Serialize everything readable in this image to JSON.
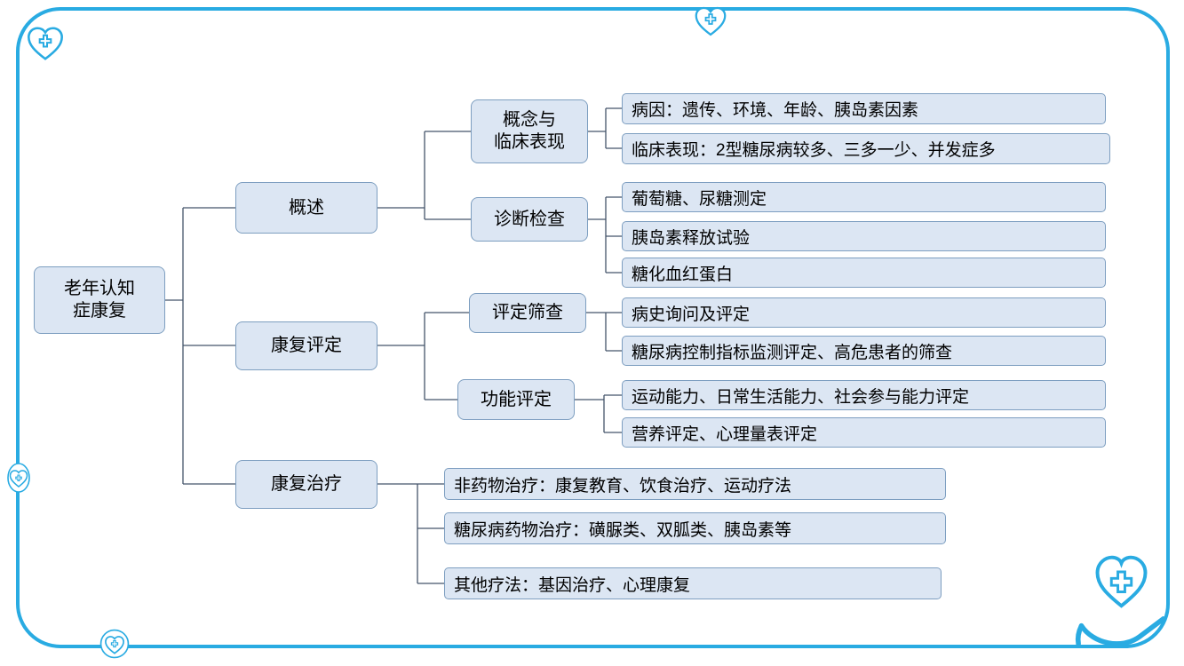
{
  "colors": {
    "frame": "#29abe2",
    "node_fill": "#dce6f3",
    "node_border": "#7d9ec0",
    "connector": "#44546a"
  },
  "icons": [
    "heart-cross-icon-top-left",
    "heart-cross-icon-top-center",
    "heart-cross-icon-left-middle",
    "heart-cross-icon-bottom-left",
    "hand-heart-icon-bottom-right"
  ],
  "tree": {
    "label": "老年认知\n症康复",
    "children": [
      {
        "label": "概述",
        "children": [
          {
            "label": "概念与\n临床表现",
            "children": [
              {
                "label": "病因：遗传、环境、年龄、胰岛素因素"
              },
              {
                "label": "临床表现：2型糖尿病较多、三多一少、并发症多"
              }
            ]
          },
          {
            "label": "诊断检查",
            "children": [
              {
                "label": "葡萄糖、尿糖测定"
              },
              {
                "label": "胰岛素释放试验"
              },
              {
                "label": "糖化血红蛋白"
              }
            ]
          }
        ]
      },
      {
        "label": "康复评定",
        "children": [
          {
            "label": "评定筛查",
            "children": [
              {
                "label": "病史询问及评定"
              },
              {
                "label": "糖尿病控制指标监测评定、高危患者的筛查"
              }
            ]
          },
          {
            "label": "功能评定",
            "children": [
              {
                "label": "运动能力、日常生活能力、社会参与能力评定"
              },
              {
                "label": "营养评定、心理量表评定"
              }
            ]
          }
        ]
      },
      {
        "label": "康复治疗",
        "children": [
          {
            "label": "非药物治疗：康复教育、饮食治疗、运动疗法"
          },
          {
            "label": "糖尿病药物治疗：磺脲类、双胍类、胰岛素等"
          },
          {
            "label": "其他疗法：基因治疗、心理康复"
          }
        ]
      }
    ]
  }
}
